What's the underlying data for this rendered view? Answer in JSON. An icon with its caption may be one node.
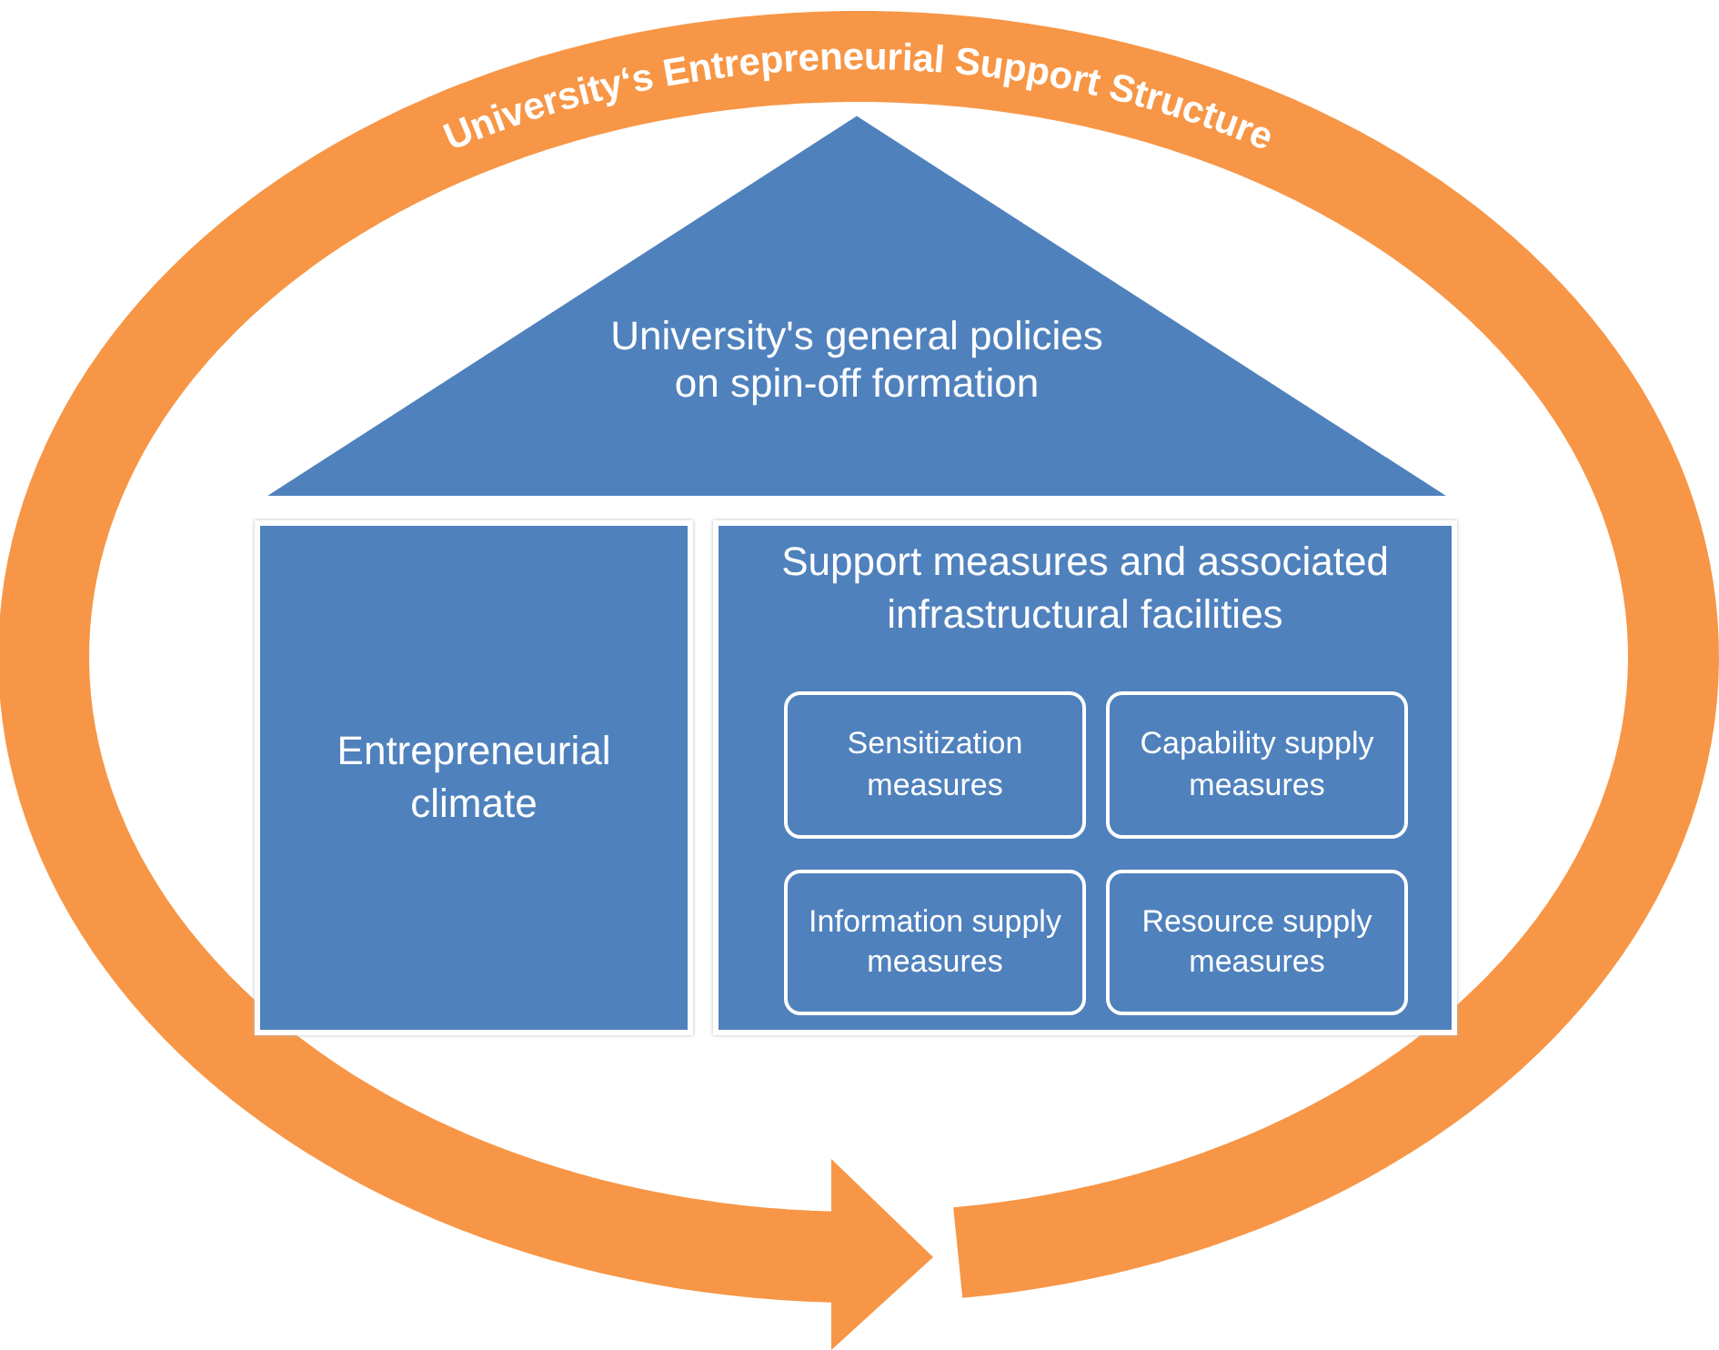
{
  "diagram": {
    "nodes": [
      {
        "text": [
          "University‘s Entrepreneurial Support Structure"
        ]
      },
      {
        "text": [
          "University's general policies on spin-off formation"
        ],
        "in": 0
      },
      {
        "text": [
          "Entrepreneurial climate"
        ],
        "in": 0
      },
      {
        "text": [
          "Support measures and associated infrastructural facilities"
        ],
        "in": 0
      },
      {
        "text": [
          "Sensitization measures"
        ],
        "in": 3
      },
      {
        "text": [
          "Capability supply measures"
        ],
        "in": 3
      },
      {
        "text": [
          "Information supply measures"
        ],
        "in": 3
      },
      {
        "text": [
          "Resource supply measures"
        ],
        "in": 3
      }
    ]
  }
}
